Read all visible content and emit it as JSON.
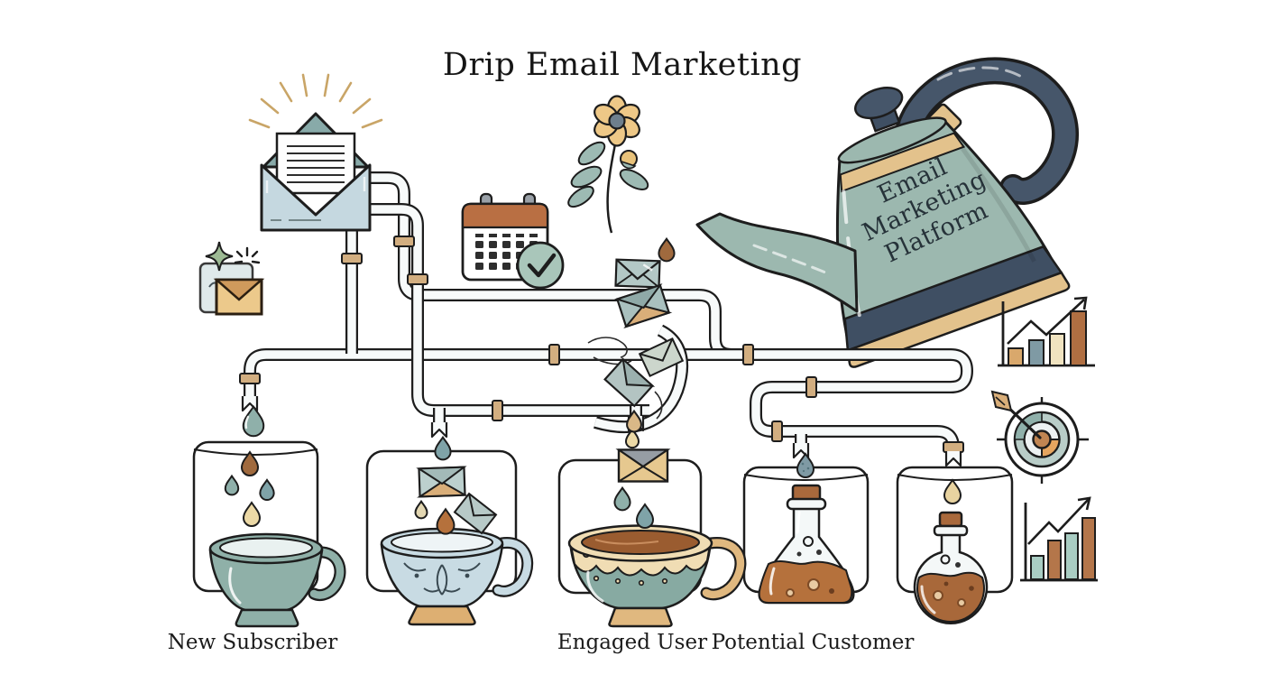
{
  "title": "Drip Email Marketing",
  "kettle": {
    "label": "Email Marketing Platform",
    "lines": [
      "Email",
      "Marketing",
      "Platform"
    ]
  },
  "stations": [
    {
      "name": "new-subscriber",
      "vessel": "teal-cup",
      "label": "New Subscriber"
    },
    {
      "name": "floral-teacup",
      "vessel": "floral-teacup",
      "label": ""
    },
    {
      "name": "engaged-user",
      "vessel": "coffee-teacup",
      "label": "Engaged User"
    },
    {
      "name": "potential-customer",
      "vessel": "erlenmeyer-flask",
      "label": "Potential Customer"
    },
    {
      "name": "round-flask",
      "vessel": "round-flask",
      "label": ""
    }
  ],
  "icons": [
    "open-envelope-burst",
    "sparkle-envelope",
    "calendar-check",
    "flower",
    "kettle",
    "bar-chart-growth",
    "target-arrow",
    "line-chart-growth",
    "envelopes-in-pipes",
    "water-drops"
  ],
  "colors": {
    "background": "#ffffff",
    "outline": "#1d1d1d",
    "kettle_body": "#9cb8af",
    "kettle_dark": "#46566a",
    "light_blue": "#c5d8e0",
    "teal_drop": "#8fb0aa",
    "tan": "#d9ae79",
    "cream": "#ecd9a6",
    "terracotta": "#b96f43",
    "liquid_brown": "#a8683a",
    "pipe_fill": "#f7fafa"
  }
}
